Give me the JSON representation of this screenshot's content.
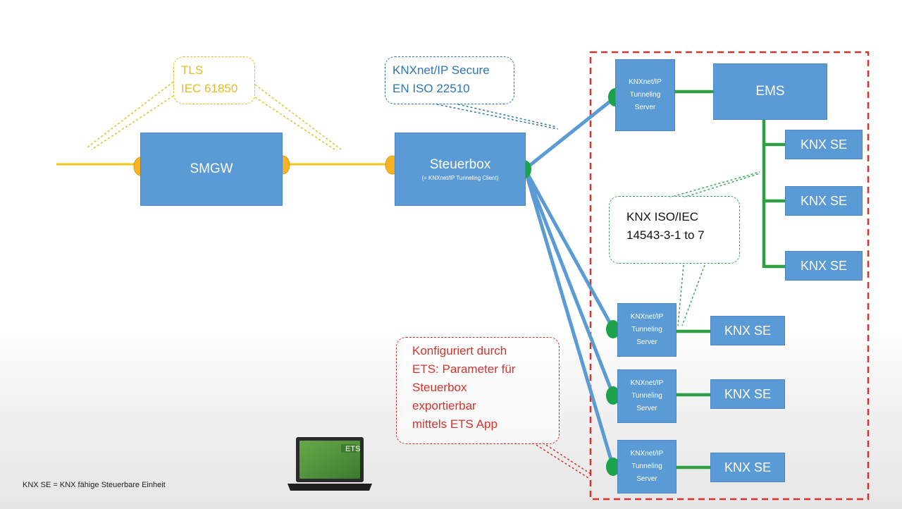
{
  "callouts": {
    "tls": [
      "TLS",
      "IEC 61850"
    ],
    "knxnet_secure": [
      "KNXnet/IP Secure",
      "EN ISO 22510"
    ],
    "knx_iso": [
      "KNX ISO/IEC",
      "14543-3-1 to 7"
    ],
    "ets_config": [
      "Konfiguriert durch",
      "ETS: Parameter für",
      "Steuerbox",
      "exportierbar",
      "mittels ETS App"
    ]
  },
  "nodes": {
    "smgw": "SMGW",
    "steuerbox": "Steuerbox",
    "steuerbox_sub": "(= KNXnet/IP Tunneling Client)",
    "ems": "EMS",
    "tunnel_server": [
      "KNXnet/IP",
      "Tunneling",
      "Server"
    ],
    "knx_se": "KNX SE"
  },
  "laptop_label": "ETS",
  "footnote": "KNX SE = KNX fähige Steuerbare Einheit",
  "colors": {
    "box": "#5b9bd5",
    "tls_line": "#f5c518",
    "connector_orange": "#f5b325",
    "connector_green": "#1aa34a",
    "knx_line": "#2ea043",
    "ip_line": "#5b9bd5",
    "boundary": "#d9322b",
    "callout_yellow": "#e8b923",
    "callout_blue": "#2e75b6",
    "callout_green": "#3aa85a",
    "callout_red": "#d9322b"
  }
}
